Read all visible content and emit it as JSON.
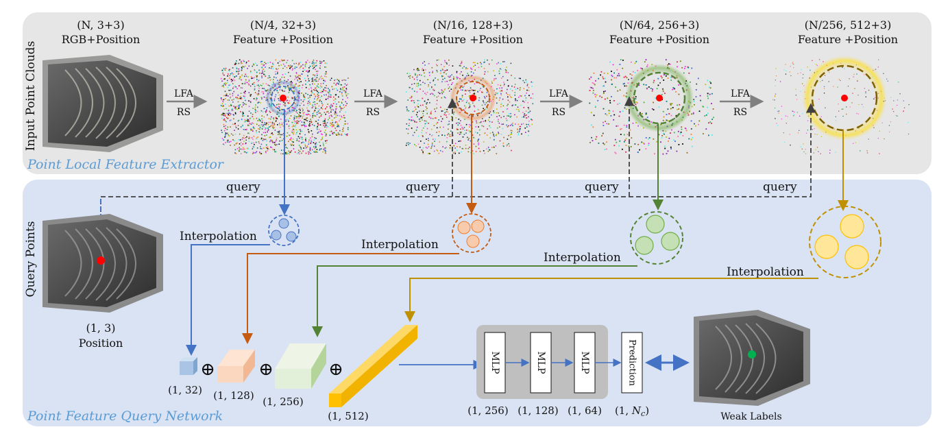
{
  "panels": {
    "top_label": "Point Local Feature Extractor",
    "bottom_label": "Point Feature Query Network",
    "side_top": "Input Point Clouds",
    "side_bottom": "Query Points"
  },
  "stages": [
    {
      "dims": "(N, 3+3)",
      "label": "RGB+Position"
    },
    {
      "dims": "(N/4, 32+3)",
      "label": "Feature +Position"
    },
    {
      "dims": "(N/16, 128+3)",
      "label": "Feature +Position"
    },
    {
      "dims": "(N/64, 256+3)",
      "label": "Feature +Position"
    },
    {
      "dims": "(N/256, 512+3)",
      "label": "Feature +Position"
    }
  ],
  "ops": {
    "lfa": "LFA",
    "rs": "RS",
    "query": "query",
    "interpolation": "Interpolation",
    "oplus": "⊕"
  },
  "query_point": {
    "dims": "(1, 3)",
    "label": "Position"
  },
  "features": [
    "(1, 32)",
    "(1, 128)",
    "(1, 256)",
    "(1, 512)"
  ],
  "mlp": {
    "label": "MLP",
    "prediction": "Prediction",
    "dims": [
      "(1, 256)",
      "(1, 128)",
      "(1, 64)"
    ],
    "pred_dims_prefix": "(1, ",
    "pred_dims_var": "N",
    "pred_dims_sub": "c",
    "pred_dims_suffix": ")"
  },
  "output": {
    "label": "Weak Labels"
  },
  "colors": {
    "blue": "#4472c4",
    "orange": "#c55a11",
    "green": "#548235",
    "gold": "#bf9000",
    "top_panel": "#e6e6e6",
    "bottom_panel": "#dae3f3"
  }
}
